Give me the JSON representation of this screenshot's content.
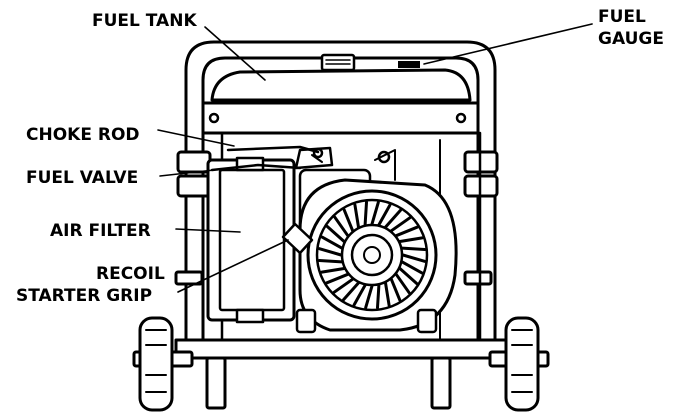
{
  "labels": {
    "fuel_tank": "FUEL TANK",
    "fuel_gauge_line1": "FUEL",
    "fuel_gauge_line2": "GAUGE",
    "choke_rod": "CHOKE ROD",
    "fuel_valve": "FUEL VALVE",
    "air_filter": "AIR FILTER",
    "recoil_line1": "RECOIL",
    "recoil_line2": "STARTER GRIP"
  }
}
